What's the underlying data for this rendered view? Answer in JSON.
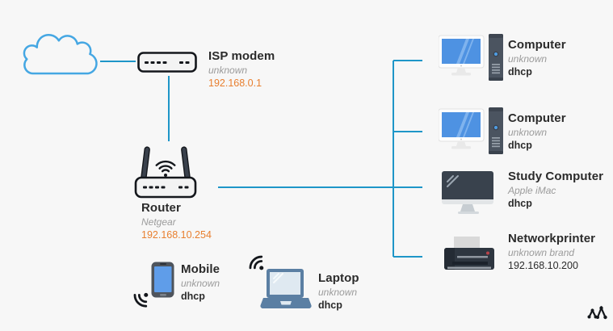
{
  "colors": {
    "background": "#f7f7f7",
    "wire": "#1e96c8",
    "cloud_outline": "#45a7e3",
    "title_text": "#2b2b2b",
    "subtitle_text": "#9b9b9b",
    "ip_accent": "#e87f2f",
    "icon_dark": "#14171c"
  },
  "nodes": {
    "internet": {
      "icon": "cloud-icon"
    },
    "isp_modem": {
      "icon": "modem-icon",
      "title": "ISP modem",
      "subtitle": "unknown",
      "detail": "192.168.0.1"
    },
    "router": {
      "icon": "wifi-router-icon",
      "title": "Router",
      "subtitle": "Netgear",
      "detail": "192.168.10.254"
    },
    "computer1": {
      "icon": "desktop-computer-icon",
      "title": "Computer",
      "subtitle": "unknown",
      "detail": "dhcp"
    },
    "computer2": {
      "icon": "desktop-computer-icon",
      "title": "Computer",
      "subtitle": "unknown",
      "detail": "dhcp"
    },
    "study_computer": {
      "icon": "imac-icon",
      "title": "Study Computer",
      "subtitle": "Apple iMac",
      "detail": "dhcp"
    },
    "printer": {
      "icon": "printer-icon",
      "title": "Networkprinter",
      "subtitle": "unknown brand",
      "detail": "192.168.10.200"
    },
    "mobile": {
      "icon": "smartphone-icon",
      "wireless_icon": "wifi-signal-icon",
      "title": "Mobile",
      "subtitle": "unknown",
      "detail": "dhcp"
    },
    "laptop": {
      "icon": "laptop-icon",
      "wireless_icon": "wifi-signal-icon",
      "title": "Laptop",
      "subtitle": "unknown",
      "detail": "dhcp"
    }
  },
  "connections": [
    {
      "from": "internet",
      "to": "isp_modem"
    },
    {
      "from": "isp_modem",
      "to": "router"
    },
    {
      "from": "router",
      "to": "computer1"
    },
    {
      "from": "router",
      "to": "computer2"
    },
    {
      "from": "router",
      "to": "study_computer"
    },
    {
      "from": "router",
      "to": "printer"
    }
  ],
  "logo": {
    "icon": "network-nodes-logo"
  }
}
